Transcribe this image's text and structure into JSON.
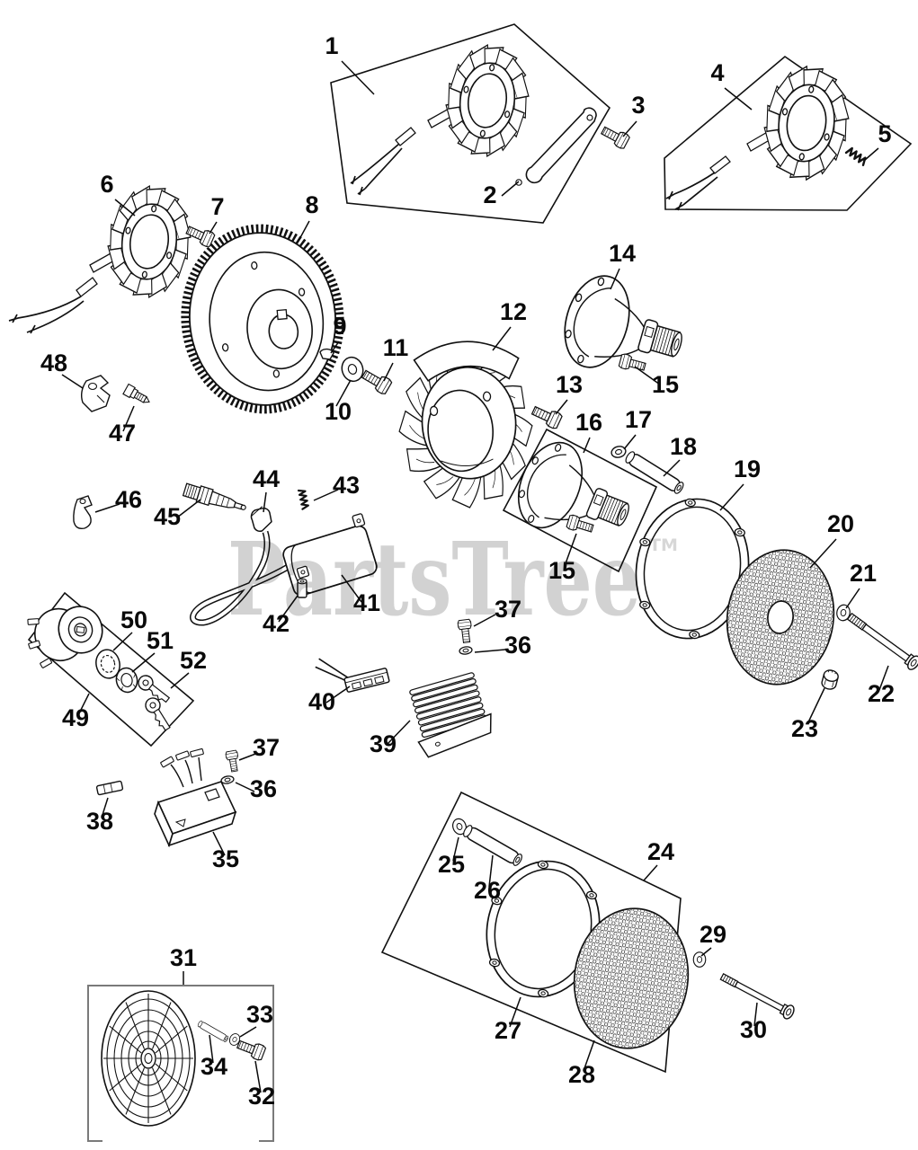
{
  "watermark": {
    "brand": "PartsTree",
    "tm": "TM"
  },
  "colors": {
    "line_art": "#111111",
    "watermark": "#d2d2d2",
    "background": "#ffffff",
    "screen_box": "#7a7a7a"
  },
  "callouts": {
    "n1": "1",
    "n2": "2",
    "n3": "3",
    "n4": "4",
    "n5": "5",
    "n6": "6",
    "n7": "7",
    "n8": "8",
    "n9": "9",
    "n10": "10",
    "n11": "11",
    "n12": "12",
    "n13": "13",
    "n14": "14",
    "n15a": "15",
    "n15b": "15",
    "n16": "16",
    "n17": "17",
    "n18": "18",
    "n19": "19",
    "n20": "20",
    "n21": "21",
    "n22": "22",
    "n23": "23",
    "n24": "24",
    "n25": "25",
    "n26": "26",
    "n27": "27",
    "n28": "28",
    "n29": "29",
    "n30": "30",
    "n31": "31",
    "n32": "32",
    "n33": "33",
    "n34": "34",
    "n35": "35",
    "n36a": "36",
    "n36b": "36",
    "n37a": "37",
    "n37b": "37",
    "n38": "38",
    "n39": "39",
    "n40": "40",
    "n41": "41",
    "n42": "42",
    "n43": "43",
    "n44": "44",
    "n45": "45",
    "n46": "46",
    "n47": "47",
    "n48": "48",
    "n49": "49",
    "n50": "50",
    "n51": "51",
    "n52": "52"
  }
}
